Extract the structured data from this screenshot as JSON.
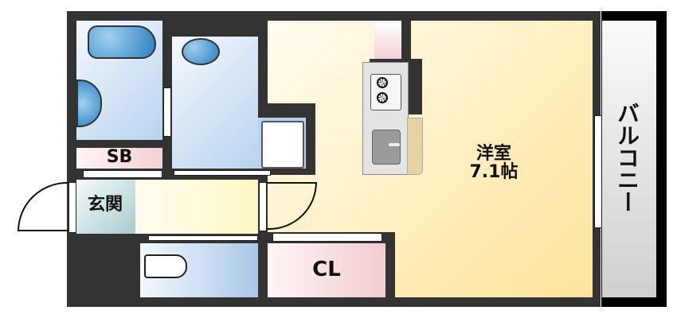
{
  "floorplan": {
    "rooms": {
      "western_room": {
        "name": "洋室",
        "size": "7.1帖"
      },
      "balcony": {
        "name": "バルコニー"
      },
      "closet": {
        "name": "CL"
      },
      "storage": {
        "name": "SB"
      },
      "entrance": {
        "name": "玄関"
      }
    },
    "colors": {
      "wall": "#333333",
      "western_room": "#fde9a8",
      "wet_area": "#b8d3ee",
      "closet": "#f3d0d3",
      "balcony": "#d8d8d8",
      "entrance": "#b5d3d3"
    }
  }
}
